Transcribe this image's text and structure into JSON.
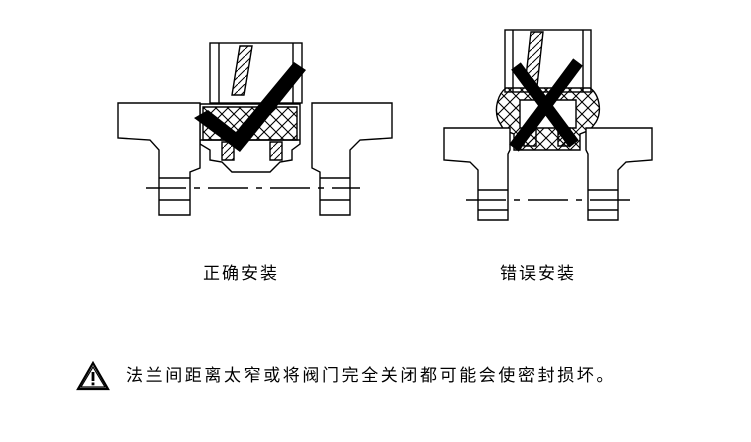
{
  "diagram": {
    "correct": {
      "caption": "正确安装",
      "mark": "check-mark"
    },
    "wrong": {
      "caption": "错误安装",
      "mark": "cross-mark"
    }
  },
  "warning": {
    "icon": "warning-triangle-icon",
    "text": "法兰间距离太窄或将阀门完全关闭都可能会使密封损坏。"
  }
}
